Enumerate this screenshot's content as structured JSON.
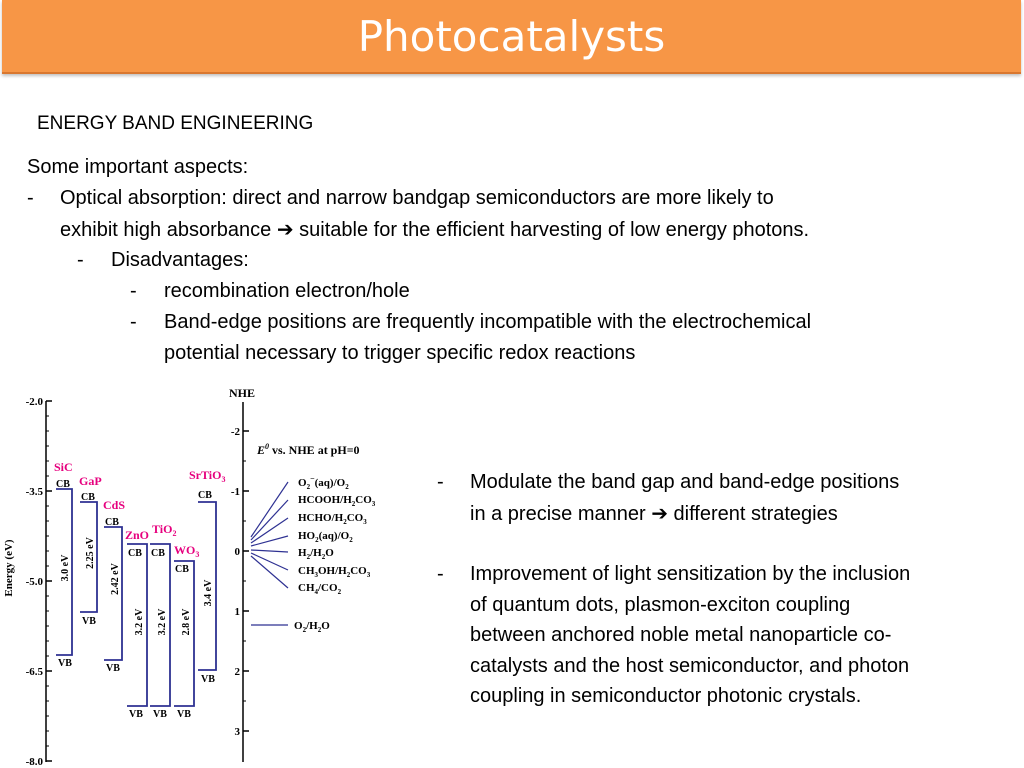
{
  "slide": {
    "title": "Photocatalysts",
    "heading": "ENERGY BAND ENGINEERING",
    "intro": "Some important aspects:",
    "bullet1_line1": "Optical absorption: direct and narrow bandgap semiconductors are more likely to",
    "bullet1_line2_a": "exhibit high absorbance",
    "bullet1_line2_b": "suitable for the efficient harvesting of low energy photons.",
    "sub_bullet": "Disadvantages:",
    "sub_sub_1": "recombination electron/hole",
    "sub_sub_2_line1": "Band-edge positions are frequently incompatible with the electrochemical",
    "sub_sub_2_line2": "potential necessary to trigger specific redox reactions",
    "dash": "-",
    "arrow": "➔"
  },
  "right_bullets": {
    "b1_line1": "Modulate the band gap and band-edge positions",
    "b1_line2_a": "in a precise manner",
    "b1_line2_b": "different strategies",
    "b2_lines": [
      "Improvement of light sensitization by the inclusion",
      "of quantum dots, plasmon-exciton coupling",
      "between anchored noble metal nanoparticle co-",
      "catalysts and the host semiconductor, and photon",
      "coupling in semiconductor photonic crystals."
    ]
  },
  "diagram": {
    "y_axis_label": "Energy (eV)",
    "y_ticks": [
      "-2.0",
      "-3.5",
      "-5.0",
      "-6.5",
      "-8.0"
    ],
    "nhe_label": "NHE",
    "nhe_ticks": [
      "-2",
      "-1",
      "0",
      "1",
      "2",
      "3"
    ],
    "cb_label": "CB",
    "vb_label": "VB",
    "ev_prefix": "E",
    "ev_sup": "0",
    "ev_suffix": " vs. NHE at pH=0",
    "semiconductors": [
      {
        "name": "SiC",
        "gap": "3.0 eV"
      },
      {
        "name": "GaP",
        "gap": "2.25 eV"
      },
      {
        "name": "CdS",
        "gap": "2.42 eV"
      },
      {
        "name": "ZnO",
        "gap": "3.2 eV"
      },
      {
        "name": "TiO2",
        "gap": "3.2 eV"
      },
      {
        "name": "WO3",
        "gap": "2.8 eV"
      },
      {
        "name": "SrTiO3",
        "gap": "3.4 eV"
      }
    ],
    "redox_couples": [
      "O2-(aq)/O2",
      "HCOOH/H2CO3",
      "HCHO/H2CO3",
      "HO2(aq)/O2",
      "H2/H2O",
      "CH3OH/H2CO3",
      "CH4/CO2",
      "O2/H2O"
    ],
    "colors": {
      "band_line": "#2e3192",
      "name_label": "#e6007e",
      "title_bar": "#f79646"
    }
  }
}
